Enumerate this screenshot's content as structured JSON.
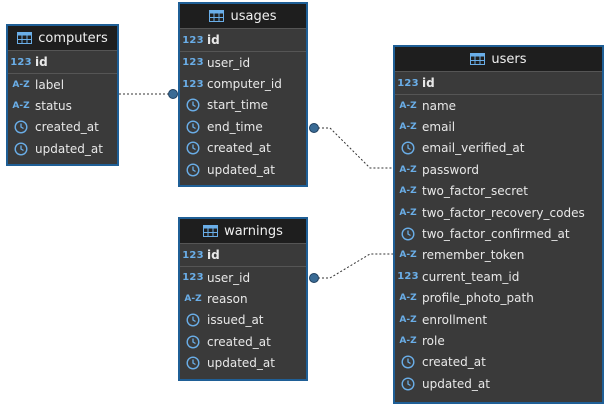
{
  "icon_legend": {
    "number": "123",
    "text": "A-Z",
    "datetime": "clock-icon"
  },
  "colors": {
    "table_border": "#1f5f96",
    "table_body": "#3a3a3a",
    "table_header": "#1e1e1e",
    "type_icon": "#6aaee8",
    "link": "#333333"
  },
  "tables": {
    "computers": {
      "name": "computers",
      "columns": [
        {
          "name": "id",
          "type": "number",
          "pk": true
        },
        {
          "name": "label",
          "type": "text"
        },
        {
          "name": "status",
          "type": "text"
        },
        {
          "name": "created_at",
          "type": "datetime"
        },
        {
          "name": "updated_at",
          "type": "datetime"
        }
      ]
    },
    "usages": {
      "name": "usages",
      "columns": [
        {
          "name": "id",
          "type": "number",
          "pk": true
        },
        {
          "name": "user_id",
          "type": "number"
        },
        {
          "name": "computer_id",
          "type": "number"
        },
        {
          "name": "start_time",
          "type": "datetime"
        },
        {
          "name": "end_time",
          "type": "datetime"
        },
        {
          "name": "created_at",
          "type": "datetime"
        },
        {
          "name": "updated_at",
          "type": "datetime"
        }
      ]
    },
    "warnings": {
      "name": "warnings",
      "columns": [
        {
          "name": "id",
          "type": "number",
          "pk": true
        },
        {
          "name": "user_id",
          "type": "number"
        },
        {
          "name": "reason",
          "type": "text"
        },
        {
          "name": "issued_at",
          "type": "datetime"
        },
        {
          "name": "created_at",
          "type": "datetime"
        },
        {
          "name": "updated_at",
          "type": "datetime"
        }
      ]
    },
    "users": {
      "name": "users",
      "columns": [
        {
          "name": "id",
          "type": "number",
          "pk": true
        },
        {
          "name": "name",
          "type": "text"
        },
        {
          "name": "email",
          "type": "text"
        },
        {
          "name": "email_verified_at",
          "type": "datetime"
        },
        {
          "name": "password",
          "type": "text"
        },
        {
          "name": "two_factor_secret",
          "type": "text"
        },
        {
          "name": "two_factor_recovery_codes",
          "type": "text"
        },
        {
          "name": "two_factor_confirmed_at",
          "type": "datetime"
        },
        {
          "name": "remember_token",
          "type": "text"
        },
        {
          "name": "current_team_id",
          "type": "number"
        },
        {
          "name": "profile_photo_path",
          "type": "text"
        },
        {
          "name": "enrollment",
          "type": "text"
        },
        {
          "name": "role",
          "type": "text"
        },
        {
          "name": "created_at",
          "type": "datetime"
        },
        {
          "name": "updated_at",
          "type": "datetime"
        }
      ]
    }
  },
  "relationships": [
    {
      "from": "usages.computer_id",
      "to": "computers.id"
    },
    {
      "from": "usages.user_id",
      "to": "users.id"
    },
    {
      "from": "warnings.user_id",
      "to": "users.id"
    }
  ]
}
